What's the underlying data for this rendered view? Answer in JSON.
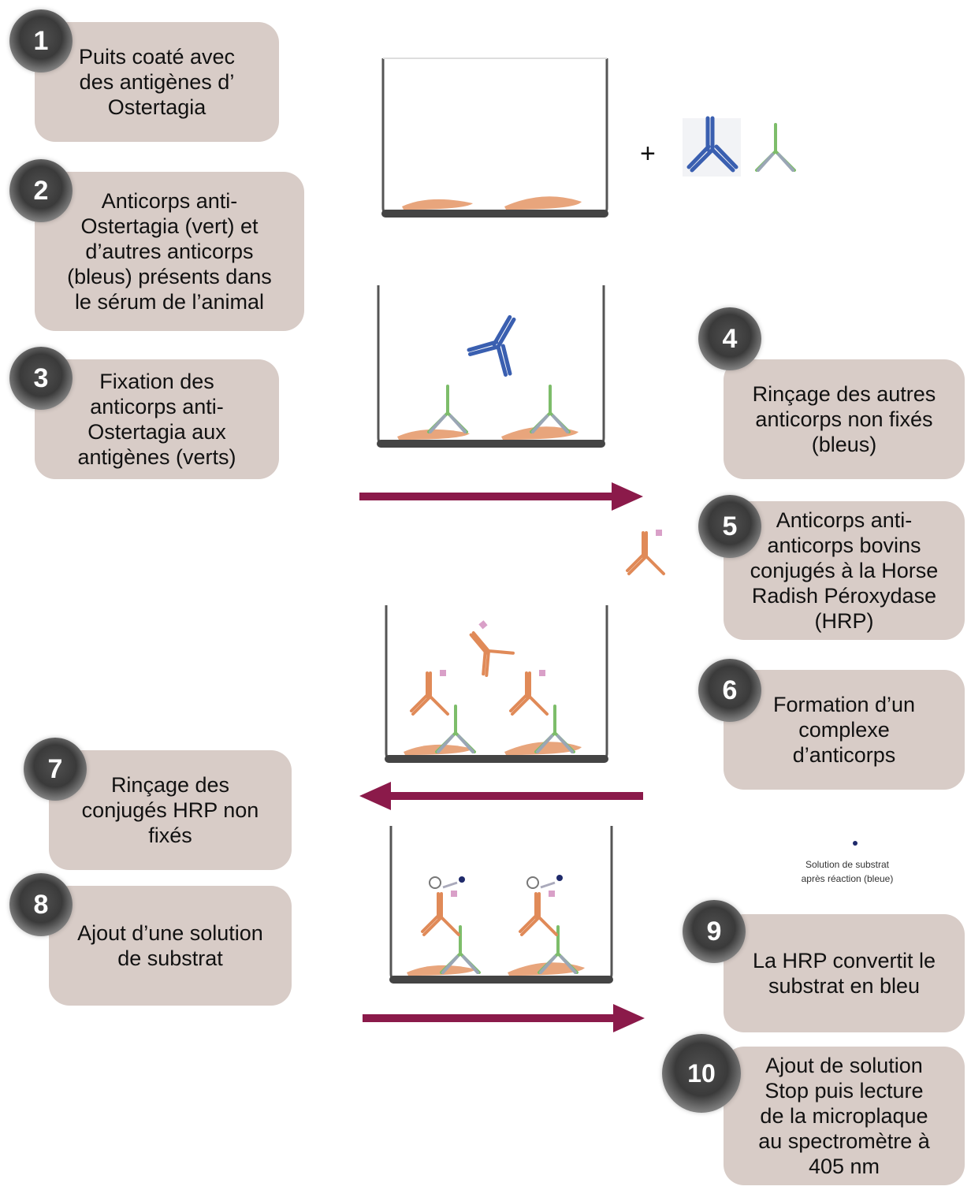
{
  "plus_sign": "+",
  "steps": [
    {
      "number": "1",
      "text": "Puits coaté avec\ndes antigènes d’\nOstertagia"
    },
    {
      "number": "2",
      "text": "Anticorps anti-\nOstertagia (vert) et\nd’autres anticorps\n(bleus) présents dans\nle sérum de l’animal"
    },
    {
      "number": "3",
      "text": "Fixation des\nanticorps anti-\nOstertagia aux\nantigènes (verts)"
    },
    {
      "number": "4",
      "text": "Rinçage des autres\nanticorps non fixés\n(bleus)"
    },
    {
      "number": "5",
      "text": "Anticorps anti-\nanticorps bovins\nconjugés à la Horse\nRadish Péroxydase\n(HRP)"
    },
    {
      "number": "6",
      "text": "Formation d’un\ncomplexe\nd’anticorps"
    },
    {
      "number": "7",
      "text": "Rinçage des\nconjugés HRP non\nfixés"
    },
    {
      "number": "8",
      "text": "Ajout d’une solution\nde substrat"
    },
    {
      "number": "9",
      "text": "La HRP convertit le\nsubstrat en bleu"
    },
    {
      "number": "10",
      "text": "Ajout de solution\nStop puis lecture\nde la microplaque\nau spectromètre à\n405 nm"
    }
  ],
  "substrate_note": "Solution de substrat\naprès réaction (bleue)",
  "colors": {
    "box": "#d8ccc7",
    "arrow": "#8b1a4a",
    "antibody_blue": "#3a5fb0",
    "antibody_green": "#7dbd6a",
    "antibody_orange": "#e08a58",
    "antigen": "#e8a57c",
    "hrp": "#d9a0c8",
    "substrate_dot": "#1f2a6b"
  }
}
